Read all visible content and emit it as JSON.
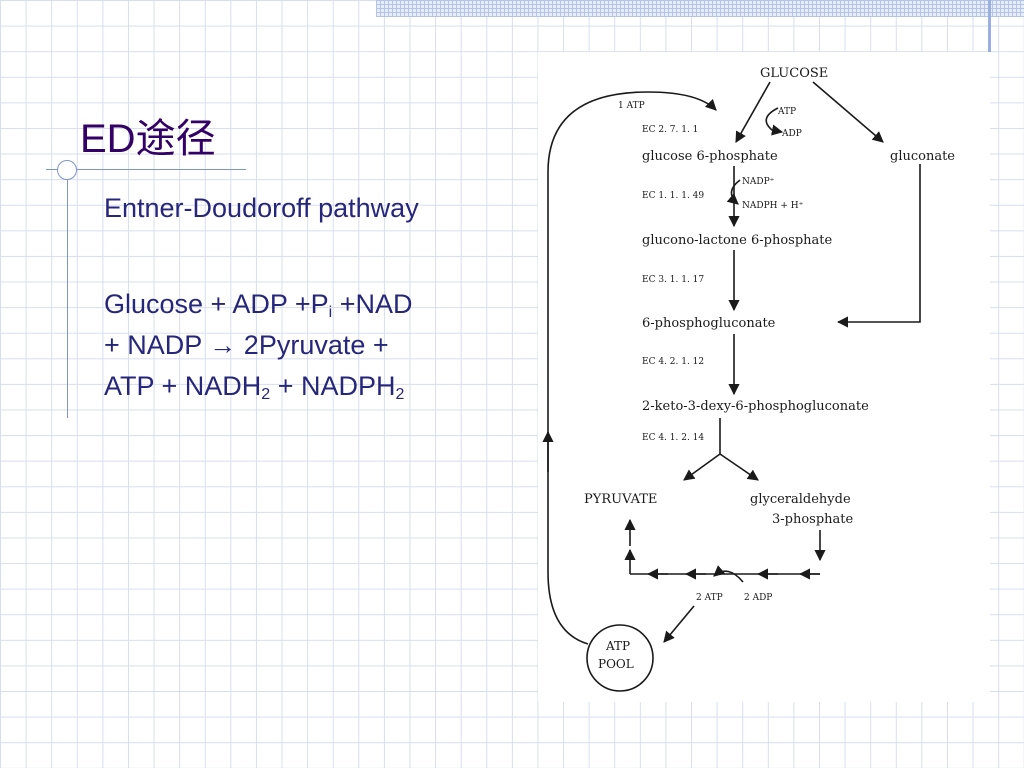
{
  "slide": {
    "title": "ED途径",
    "pathway_name": "Entner-Doudoroff pathway",
    "equation": {
      "line1_a": "Glucose + ADP +P",
      "line1_sub": "i",
      "line1_b": " +NAD",
      "line2": "+ NADP → 2Pyruvate +",
      "line3_a": "ATP + NADH",
      "line3_sub1": "2",
      "line3_b": " + NADPH",
      "line3_sub2": "2"
    }
  },
  "diagram": {
    "nodes": {
      "glucose": "GLUCOSE",
      "glucose_6_phosphate": "glucose 6-phosphate",
      "gluconate": "gluconate",
      "glucono_lactone": "glucono-lactone 6-phosphate",
      "phosphogluconate": "6-phosphogluconate",
      "kdpg": "2-keto-3-dexy-6-phosphogluconate",
      "pyruvate": "PYRUVATE",
      "glyceraldehyde_1": "glyceraldehyde",
      "glyceraldehyde_2": "3-phosphate",
      "atp_pool_1": "ATP",
      "atp_pool_2": "POOL"
    },
    "enzymes": {
      "ec1": "EC 2. 7. 1. 1",
      "ec2": "EC 1. 1. 1. 49",
      "ec3": "EC 3. 1. 1. 17",
      "ec4": "EC 4. 2. 1. 12",
      "ec5": "EC 4. 1. 2. 14"
    },
    "cofactors": {
      "one_atp": "1 ATP",
      "atp": "ATP",
      "adp": "ADP",
      "nadp": "NADP⁺",
      "nadph": "NADPH + H⁺",
      "two_atp": "2 ATP",
      "two_adp": "2 ADP"
    }
  }
}
